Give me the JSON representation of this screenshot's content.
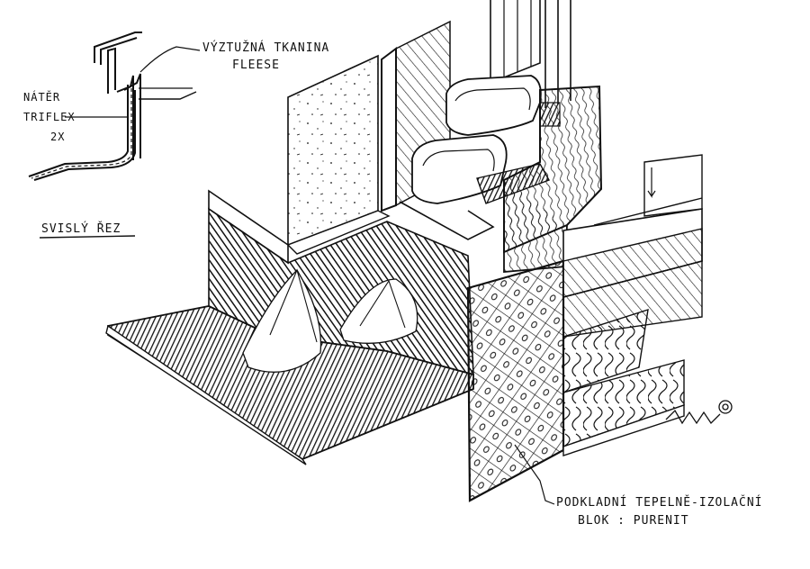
{
  "labels": {
    "fabric": [
      "VÝZTUŽNÁ TKANINA",
      "FLEESE"
    ],
    "coating": [
      "NÁTĚR",
      "TRIFLEX",
      "2X"
    ],
    "section": "SVISLÝ ŘEZ",
    "block": [
      "PODKLADNÍ TEPELNĚ-IZOLAČNÍ",
      "BLOK : PURENIT"
    ]
  },
  "colors": {
    "ink": "#111111",
    "paper": "#ffffff"
  }
}
